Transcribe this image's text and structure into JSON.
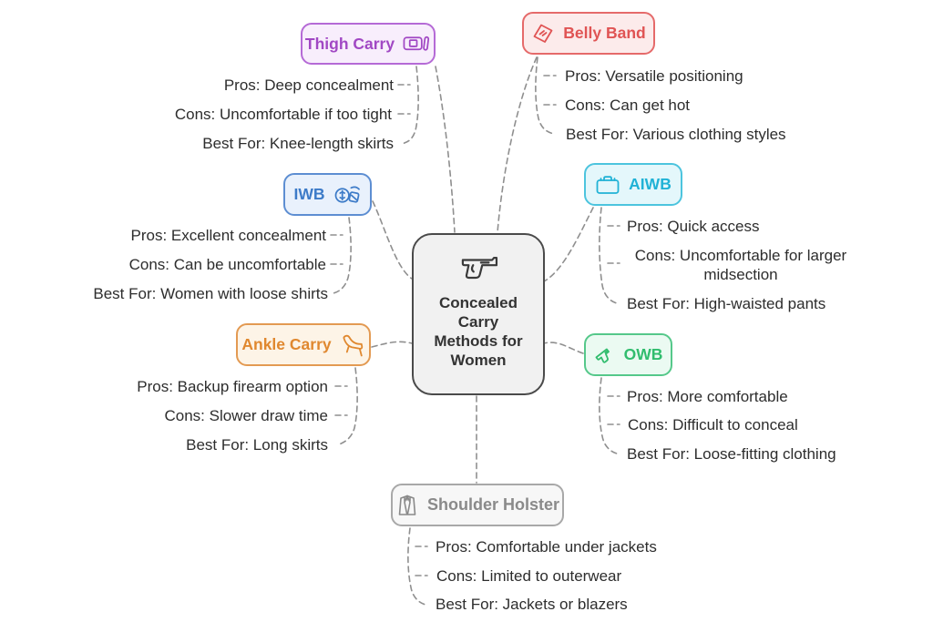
{
  "center": {
    "label": "Concealed Carry Methods for Women",
    "icon": "pistol-icon"
  },
  "colors": {
    "connector": "#8f8f8f",
    "item_text": "#2d2d2d",
    "center_bg": "#f1f1f1",
    "center_border": "#4a4a4a",
    "thigh": "#a148c4",
    "belly": "#e05454",
    "iwb": "#3d7bc8",
    "aiwb": "#20b2d6",
    "ankle": "#e0882f",
    "owb": "#31bd6e",
    "shoulder": "#8a8a8a"
  },
  "branches": {
    "thigh": {
      "label": "Thigh Carry",
      "icon": "thigh-holster-icon",
      "pros": "Pros: Deep concealment",
      "cons": "Cons: Uncomfortable if too tight",
      "best": "Best For: Knee-length skirts"
    },
    "belly": {
      "label": "Belly Band",
      "icon": "belly-band-icon",
      "pros": "Pros: Versatile positioning",
      "cons": "Cons: Can get hot",
      "best": "Best For: Various clothing styles"
    },
    "iwb": {
      "label": "IWB",
      "icon": "waistband-icon",
      "pros": "Pros: Excellent concealment",
      "cons": "Cons: Can be uncomfortable",
      "best": "Best For: Women with loose shirts"
    },
    "aiwb": {
      "label": "AIWB",
      "icon": "belt-buckle-icon",
      "pros": "Pros: Quick access",
      "cons": "Cons: Uncomfortable for larger midsection",
      "best": "Best For: High-waisted pants"
    },
    "ankle": {
      "label": "Ankle Carry",
      "icon": "high-heel-icon",
      "pros": "Pros: Backup firearm option",
      "cons": "Cons: Slower draw time",
      "best": "Best For: Long skirts"
    },
    "owb": {
      "label": "OWB",
      "icon": "pistol-icon",
      "pros": "Pros: More comfortable",
      "cons": "Cons: Difficult to conceal",
      "best": "Best For: Loose-fitting clothing"
    },
    "shoulder": {
      "label": "Shoulder Holster",
      "icon": "jacket-icon",
      "pros": "Pros: Comfortable under jackets",
      "cons": "Cons: Limited to outerwear",
      "best": "Best For: Jackets or blazers"
    }
  }
}
